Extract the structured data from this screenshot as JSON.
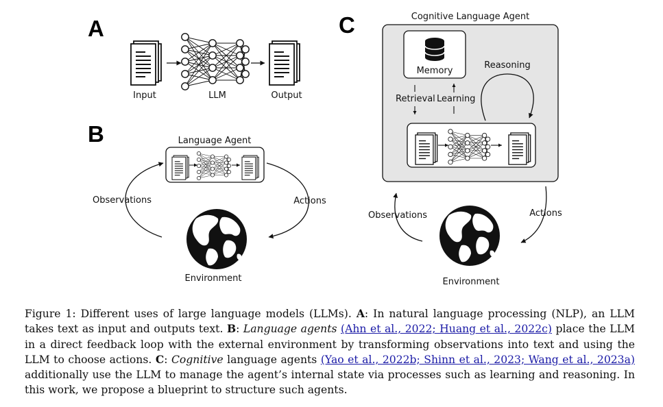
{
  "figure": {
    "panel_a": {
      "letter": "A",
      "input_label": "Input",
      "llm_label": "LLM",
      "output_label": "Output"
    },
    "panel_b": {
      "letter": "B",
      "agent_title": "Language Agent",
      "observations_label": "Observations",
      "actions_label": "Actions",
      "environment_label": "Environment"
    },
    "panel_c": {
      "letter": "C",
      "agent_title": "Cognitive Language Agent",
      "memory_label": "Memory",
      "retrieval_label": "Retrieval",
      "learning_label": "Learning",
      "reasoning_label": "Reasoning",
      "observations_label": "Observations",
      "actions_label": "Actions",
      "environment_label": "Environment"
    }
  },
  "caption": {
    "lead": "Figure 1: Different uses of large language models (LLMs). ",
    "a_key": "A",
    "a_text": ": In natural language processing (NLP), an LLM takes text as input and outputs text. ",
    "b_key": "B",
    "b_sep": ": ",
    "b_term": "Language agents",
    "b_cite": "(Ahn et al., 2022; Huang et al., 2022c)",
    "b_text": " place the LLM in a direct feedback loop with the external environment by transforming observations into text and using the LLM to choose actions. ",
    "c_key": "C",
    "c_sep": ": ",
    "c_term": "Cognitive",
    "c_text1": " language agents ",
    "c_cite": "(Yao et al., 2022b; Shinn et al., 2023; Wang et al., 2023a)",
    "c_text2": " additionally use the LLM to manage the agent’s internal state via processes such as learning and reasoning. In this work, we propose a blueprint to structure such agents."
  }
}
